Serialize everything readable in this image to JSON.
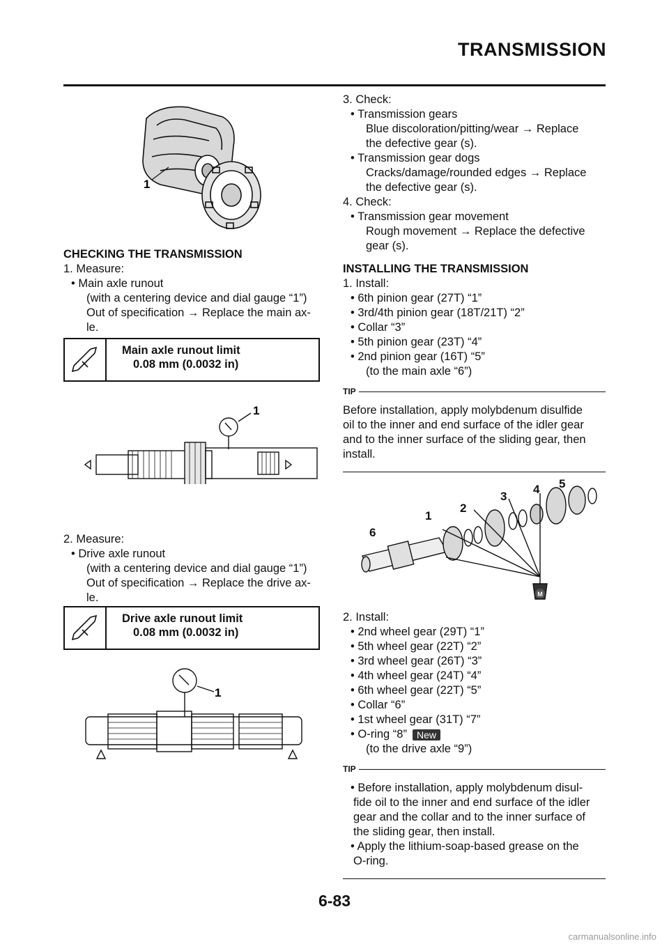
{
  "header": {
    "title": "TRANSMISSION"
  },
  "left": {
    "figure1_callout": "1",
    "section_checking": "CHECKING THE TRANSMISSION",
    "step1_label": "1. Measure:",
    "step1_item": "• Main axle runout",
    "step1_detail1": "(with a centering device and dial gauge “1”)",
    "step1_detail2": "Out of specification → Replace the main ax-",
    "step1_detail3": "le.",
    "spec1_title": "Main axle runout limit",
    "spec1_value": "0.08 mm (0.0032 in)",
    "figure2_callout": "1",
    "step2_label": "2. Measure:",
    "step2_item": "• Drive axle runout",
    "step2_detail1": "(with a centering device and dial gauge “1”)",
    "step2_detail2": "Out of specification → Replace the drive ax-",
    "step2_detail3": "le.",
    "spec2_title": "Drive axle runout limit",
    "spec2_value": "0.08 mm (0.0032 in)",
    "figure3_callout": "1"
  },
  "right": {
    "step3_label": "3. Check:",
    "step3_item1": "• Transmission gears",
    "step3_item1_d1": "Blue discoloration/pitting/wear → Replace",
    "step3_item1_d2": "the defective gear (s).",
    "step3_item2": "• Transmission gear dogs",
    "step3_item2_d1": "Cracks/damage/rounded edges → Replace",
    "step3_item2_d2": "the defective gear (s).",
    "step4_label": "4. Check:",
    "step4_item": "• Transmission gear movement",
    "step4_d1": "Rough movement → Replace the defective",
    "step4_d2": "gear (s).",
    "section_installing": "INSTALLING THE TRANSMISSION",
    "inst1_label": "1. Install:",
    "inst1_items": [
      "• 6th pinion gear (27T) “1”",
      "• 3rd/4th pinion gear (18T/21T) “2”",
      "• Collar “3”",
      "• 5th pinion gear (23T) “4”",
      "• 2nd pinion gear (16T) “5”"
    ],
    "inst1_note": "(to the main axle “6”)",
    "tip_label": "TIP",
    "tip1_l1": "Before installation, apply molybdenum disulfide",
    "tip1_l2": "oil to the inner and end surface of the idler gear",
    "tip1_l3": "and to the inner surface of the sliding gear, then",
    "tip1_l4": "install.",
    "fig_callouts": [
      "1",
      "2",
      "3",
      "4",
      "5",
      "6"
    ],
    "fig_m": "M",
    "inst2_label": "2. Install:",
    "inst2_items": [
      "• 2nd wheel gear (29T) “1”",
      "• 5th wheel gear (22T) “2”",
      "• 3rd wheel gear (26T) “3”",
      "• 4th wheel gear (24T) “4”",
      "• 6th wheel gear (22T) “5”",
      "• Collar “6”",
      "• 1st wheel gear (31T) “7”"
    ],
    "inst2_oring": "• O-ring “8”",
    "new_badge": "New",
    "inst2_note": "(to the drive axle “9”)",
    "tip2_b1_l1": "• Before installation, apply molybdenum disul-",
    "tip2_b1_l2": "fide oil to the inner and end surface of the idler",
    "tip2_b1_l3": "gear and the collar and to the inner surface of",
    "tip2_b1_l4": "the sliding gear, then install.",
    "tip2_b2_l1": "• Apply the lithium-soap-based grease on the",
    "tip2_b2_l2": "O-ring."
  },
  "footer": {
    "page_number": "6-83"
  },
  "watermark": "carmanualsonline.info"
}
